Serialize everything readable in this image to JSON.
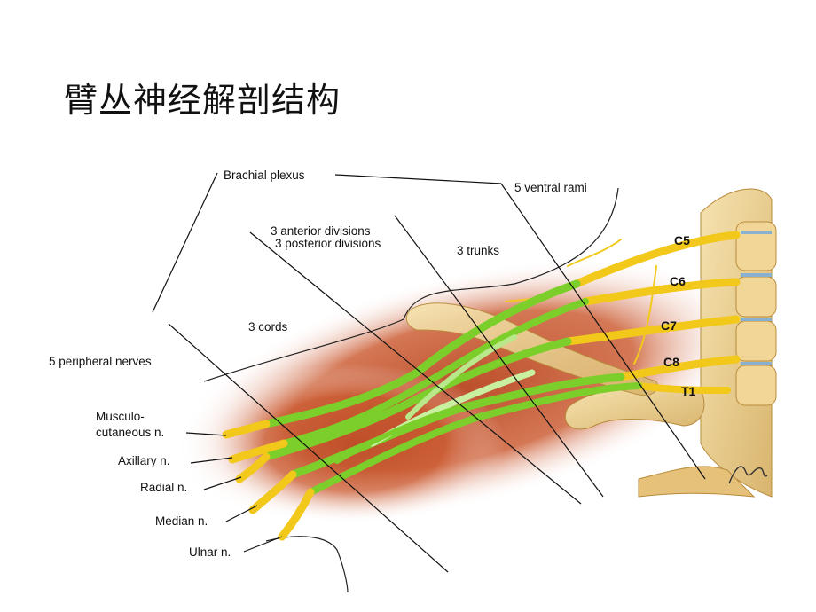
{
  "title": "臂丛神经解剖结构",
  "labels": {
    "brachial_plexus": "Brachial plexus",
    "ventral_rami": "5 ventral rami",
    "anterior_divisions": "3 anterior divisions",
    "posterior_divisions": "3 posterior divisions",
    "trunks": "3 trunks",
    "cords": "3 cords",
    "peripheral_nerves": "5 peripheral nerves",
    "musculo_1": "Musculo-",
    "musculo_2": "cutaneous n.",
    "axillary": "Axillary n.",
    "radial": "Radial n.",
    "median": "Median n.",
    "ulnar": "Ulnar n."
  },
  "vertebrae": [
    "C5",
    "C6",
    "C7",
    "C8",
    "T1"
  ],
  "colors": {
    "nerve_root": "#f2c81a",
    "plexus": "#7ccf2a",
    "bone": "#ecd49a",
    "muscle": "#b8451f"
  }
}
